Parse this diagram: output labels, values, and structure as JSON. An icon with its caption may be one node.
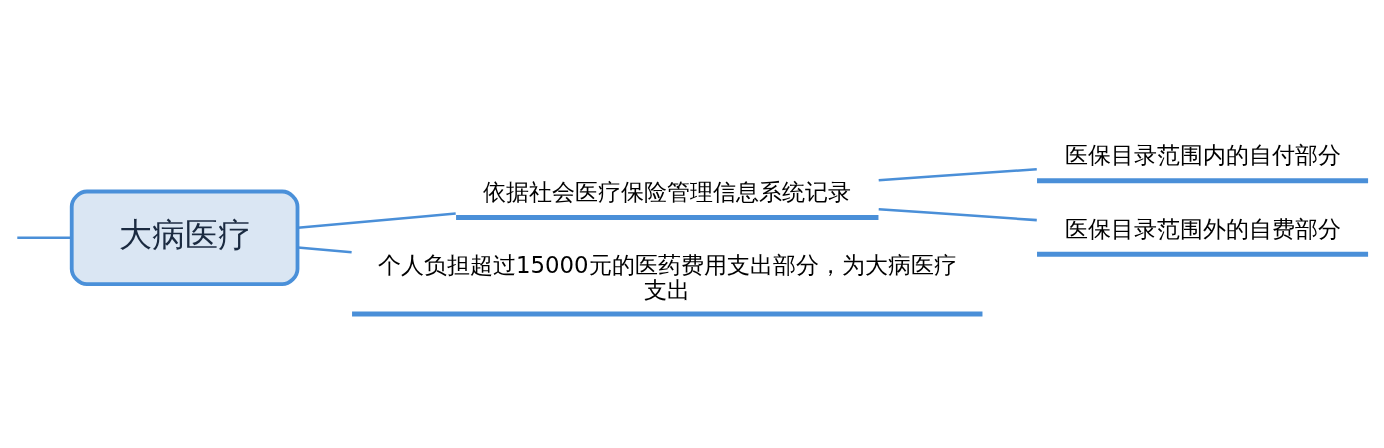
{
  "diagram": {
    "nodes": [
      {
        "text": [
          "大病医疗"
        ]
      },
      {
        "text": [
          "依据社会医疗保险管理信息系统记录"
        ]
      },
      {
        "text": [
          "个人负担超过15000元的医药费用支出部分，为大病医疗支出"
        ]
      },
      {
        "text": [
          "医保目录范围内的自付部分"
        ]
      },
      {
        "text": [
          "医保目录范围外的自费部分"
        ]
      }
    ],
    "edges": [
      {
        "from": null,
        "to": 0,
        "arrow": "none"
      },
      {
        "from": 0,
        "to": 1,
        "arrow": "none"
      },
      {
        "from": 0,
        "to": 2,
        "arrow": "none"
      },
      {
        "from": 1,
        "to": 3,
        "arrow": "none"
      },
      {
        "from": 1,
        "to": 4,
        "arrow": "none"
      }
    ]
  }
}
